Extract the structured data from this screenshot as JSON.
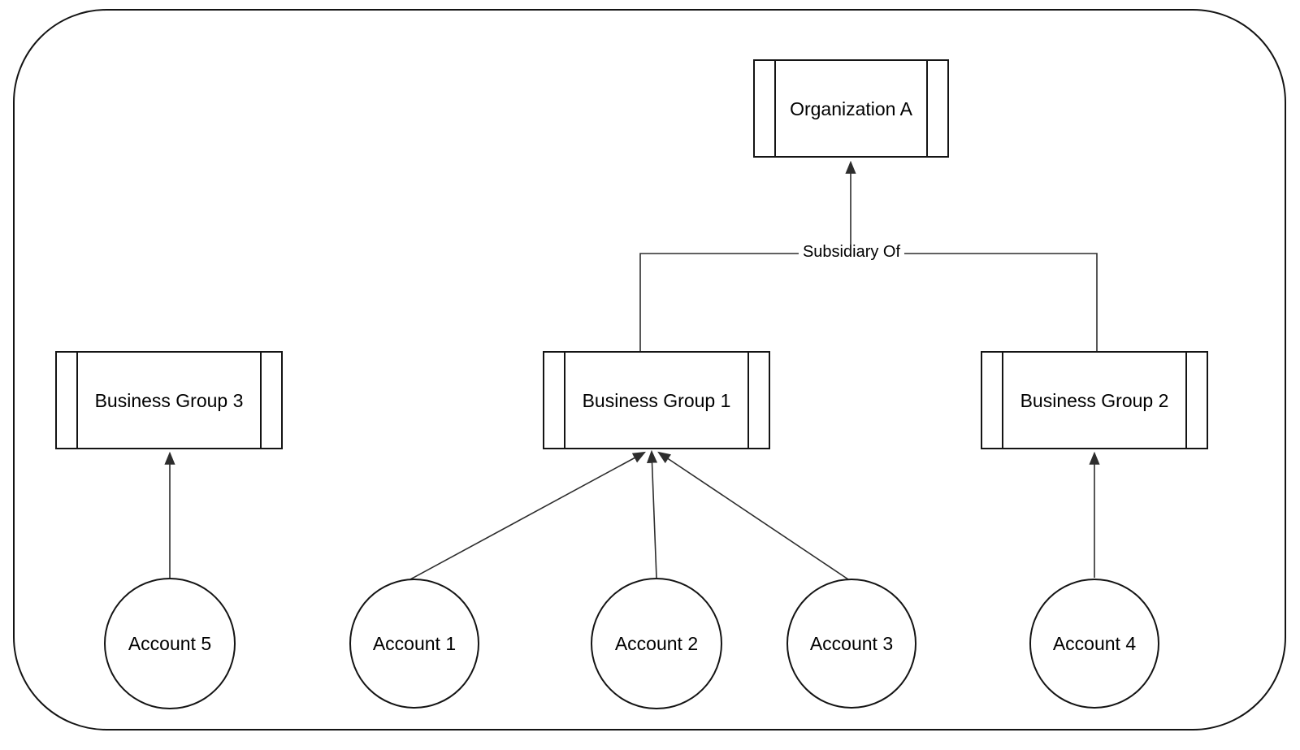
{
  "diagram": {
    "type": "org-hierarchy",
    "edge_label": "Subsidiary Of",
    "nodes": {
      "organization_a": {
        "label": "Organization A",
        "shape": "process"
      },
      "business_group_1": {
        "label": "Business Group 1",
        "shape": "process"
      },
      "business_group_2": {
        "label": "Business Group 2",
        "shape": "process"
      },
      "business_group_3": {
        "label": "Business Group 3",
        "shape": "process"
      },
      "account_1": {
        "label": "Account 1",
        "shape": "circle"
      },
      "account_2": {
        "label": "Account 2",
        "shape": "circle"
      },
      "account_3": {
        "label": "Account 3",
        "shape": "circle"
      },
      "account_4": {
        "label": "Account 4",
        "shape": "circle"
      },
      "account_5": {
        "label": "Account 5",
        "shape": "circle"
      }
    },
    "edges": [
      {
        "from": "Business Group 1",
        "to": "Organization A",
        "label": "Subsidiary Of"
      },
      {
        "from": "Business Group 2",
        "to": "Organization A",
        "label": "Subsidiary Of"
      },
      {
        "from": "Account 5",
        "to": "Business Group 3",
        "label": ""
      },
      {
        "from": "Account 1",
        "to": "Business Group 1",
        "label": ""
      },
      {
        "from": "Account 2",
        "to": "Business Group 1",
        "label": ""
      },
      {
        "from": "Account 3",
        "to": "Business Group 1",
        "label": ""
      },
      {
        "from": "Account 4",
        "to": "Business Group 2",
        "label": ""
      }
    ],
    "colors": {
      "shape_stroke": "#141414",
      "connector_stroke": "#2d2d2d",
      "fill": "#ffffff",
      "text": "#000000"
    }
  }
}
